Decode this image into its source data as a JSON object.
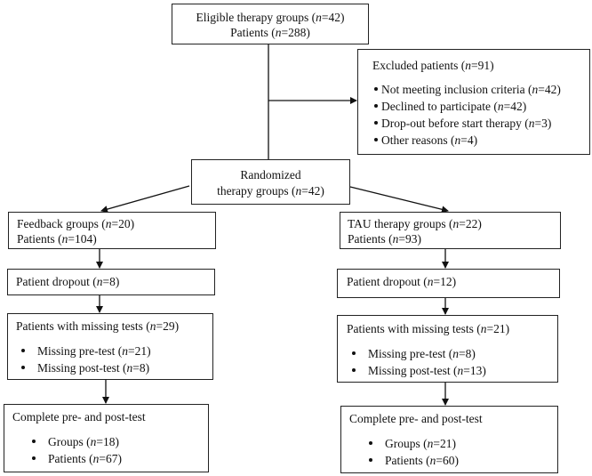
{
  "n_symbol": "n",
  "eligible": {
    "lines": [
      {
        "label": "Eligible therapy groups",
        "n": "42"
      },
      {
        "label": "Patients",
        "n": "288"
      }
    ]
  },
  "excluded": {
    "title": {
      "label": "Excluded patients",
      "n": "91"
    },
    "items": [
      {
        "label": "Not meeting inclusion criteria",
        "n": "42"
      },
      {
        "label": "Declined to participate",
        "n": "42"
      },
      {
        "label": "Drop-out before start therapy",
        "n": "3"
      },
      {
        "label": "Other reasons",
        "n": "4"
      }
    ]
  },
  "randomized": {
    "line1": "Randomized",
    "line2": {
      "label": "therapy groups",
      "n": "42"
    }
  },
  "feedback": {
    "groups": {
      "label": "Feedback groups",
      "n": "20"
    },
    "patients": {
      "label": "Patients",
      "n": "104"
    },
    "dropout": {
      "label": "Patient dropout",
      "n": "8"
    },
    "missing": {
      "label": "Patients with missing tests",
      "n": "29"
    },
    "missing_items": [
      {
        "label": "Missing pre-test",
        "n": "21"
      },
      {
        "label": "Missing post-test",
        "n": "8"
      }
    ],
    "complete_title": "Complete pre- and post-test",
    "complete_items": [
      {
        "label": "Groups",
        "n": "18"
      },
      {
        "label": "Patients",
        "n": "67"
      }
    ]
  },
  "tau": {
    "groups": {
      "label": "TAU therapy groups",
      "n": "22"
    },
    "patients": {
      "label": "Patients",
      "n": "93"
    },
    "dropout": {
      "label": "Patient dropout",
      "n": "12"
    },
    "missing": {
      "label": "Patients with missing tests",
      "n": "21"
    },
    "missing_items": [
      {
        "label": "Missing pre-test",
        "n": "8"
      },
      {
        "label": "Missing post-test",
        "n": "13"
      }
    ],
    "complete_title": "Complete pre- and post-test",
    "complete_items": [
      {
        "label": "Groups",
        "n": "21"
      },
      {
        "label": "Patients",
        "n": "60"
      }
    ]
  }
}
